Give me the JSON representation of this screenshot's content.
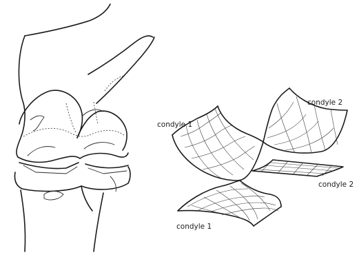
{
  "labels": {
    "upper_condyle_1": "condyle 1",
    "upper_condyle_2": "condyle 2",
    "lower_condyle_2": "condyle 2",
    "lower_condyle_1": "condyle 1"
  }
}
